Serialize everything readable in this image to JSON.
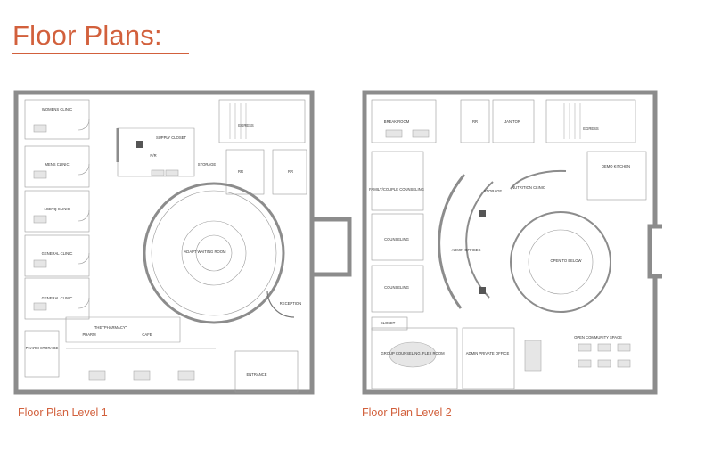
{
  "page": {
    "title": "Floor Plans:",
    "accent_color": "#d2603c"
  },
  "plans": [
    {
      "caption": "Floor Plan Level 1",
      "rooms": {
        "womens_clinic": "WOMENS CLINIC",
        "mens_clinic": "MENS CLINIC",
        "lgbtq_clinic": "LGBTQ CLINIC",
        "general_clinic_a": "GENERAL CLINIC",
        "general_clinic_b": "GENERAL CLINIC",
        "pharm_storage": "PHARM STORAGE",
        "supply_closet": "SUPPLY CLOSET",
        "nr": "N/R",
        "storage": "STORAGE",
        "rr_a": "RR",
        "rr_b": "RR",
        "egress": "EGRESS",
        "waiting_room": "ADAPT WAITING ROOM",
        "the_pharmacy": "THE \"PHARMACY\"",
        "pharm": "PHARM",
        "cafe": "CAFE",
        "reception": "RECEPTION",
        "entrance": "ENTRANCE"
      }
    },
    {
      "caption": "Floor Plan Level 2",
      "rooms": {
        "break_room": "BREAK ROOM",
        "rr": "RR",
        "janitor": "JANITOR",
        "egress": "EGRESS",
        "family_couple": "FAMILY/COUPLE COUNSELING",
        "storage": "STORAGE",
        "nutrition_clinic": "NUTRITION CLINIC",
        "demo_kitchen": "DEMO KITCHEN",
        "counseling_a": "COUNSELING",
        "counseling_b": "COUNSELING",
        "admin_offices": "ADMIN OFFICES",
        "open_to_below": "OPEN TO BELOW",
        "closet": "CLOSET",
        "group_counseling": "GROUP COUNSELING /FLEX ROOM",
        "admin_private": "ADMIN PRIVATE OFFICE",
        "open_community": "OPEN COMMUNITY SPACE"
      }
    }
  ]
}
